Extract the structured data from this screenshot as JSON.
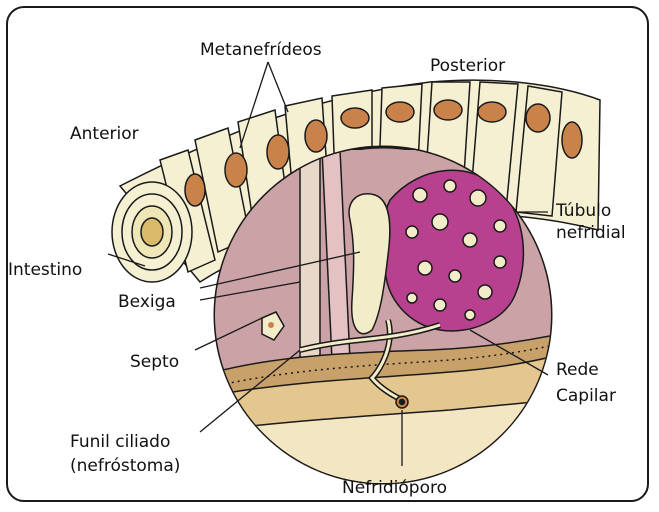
{
  "labels": {
    "metanefrideos": "Metanefrídeos",
    "posterior": "Posterior",
    "anterior": "Anterior",
    "tubulo_line1": "Túbulo",
    "tubulo_line2": "nefridial",
    "intestino": "Intestino",
    "bexiga": "Bexiga",
    "septo": "Septo",
    "rede_line1": "Rede",
    "rede_line2": "Capilar",
    "funil_line1": "Funil ciliado",
    "funil_line2": "(nefróstoma)",
    "nefridioporo": "Nefridióporo"
  },
  "colors": {
    "segment": "#f6f0d2",
    "nephridia": "#c9834a",
    "circle_bg": "#c79aa0",
    "tubule_mass": "#b7418f",
    "tubule": "#f3ecc9",
    "body_wall": "#c8a06a",
    "outline": "#1a1a1a"
  }
}
